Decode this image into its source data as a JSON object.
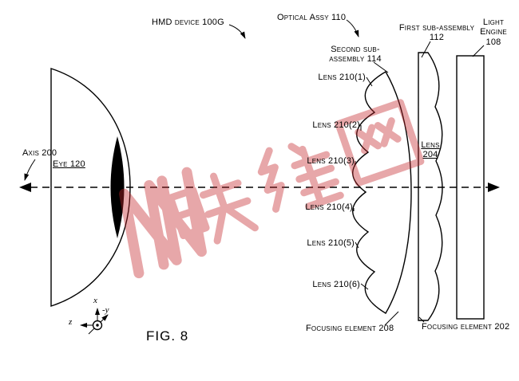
{
  "figure": {
    "caption": "FIG. 8",
    "watermark_text": "映维网"
  },
  "labels": {
    "hmd_device": "HMD device 100G",
    "optical_assy": "Optical Assy 110",
    "first_sub_assembly_line1": "First sub-assembly",
    "first_sub_assembly_line2": "112",
    "light_engine_line1": "Light",
    "light_engine_line2": "Engine",
    "light_engine_line3": "108",
    "second_sub_assembly_line1": "Second sub-",
    "second_sub_assembly_line2": "assembly 114",
    "axis": "Axis 200",
    "eye": "Eye 120",
    "lens_204_line1": "Lens",
    "lens_204_line2": "204",
    "lenses": [
      "Lens 210(1)",
      "Lens 210(2)",
      "Lens 210(3)",
      "Lens 210(4)",
      "Lens 210(5)",
      "Lens 210(6)"
    ],
    "focusing_element_208": "Focusing element 208",
    "focusing_element_202": "Focusing element 202"
  },
  "coordinate_axes": {
    "up": "x",
    "diagonal": "-y",
    "left": "z"
  },
  "colors": {
    "ink": "#000000",
    "watermark": "#c4262b",
    "background": "#ffffff"
  }
}
